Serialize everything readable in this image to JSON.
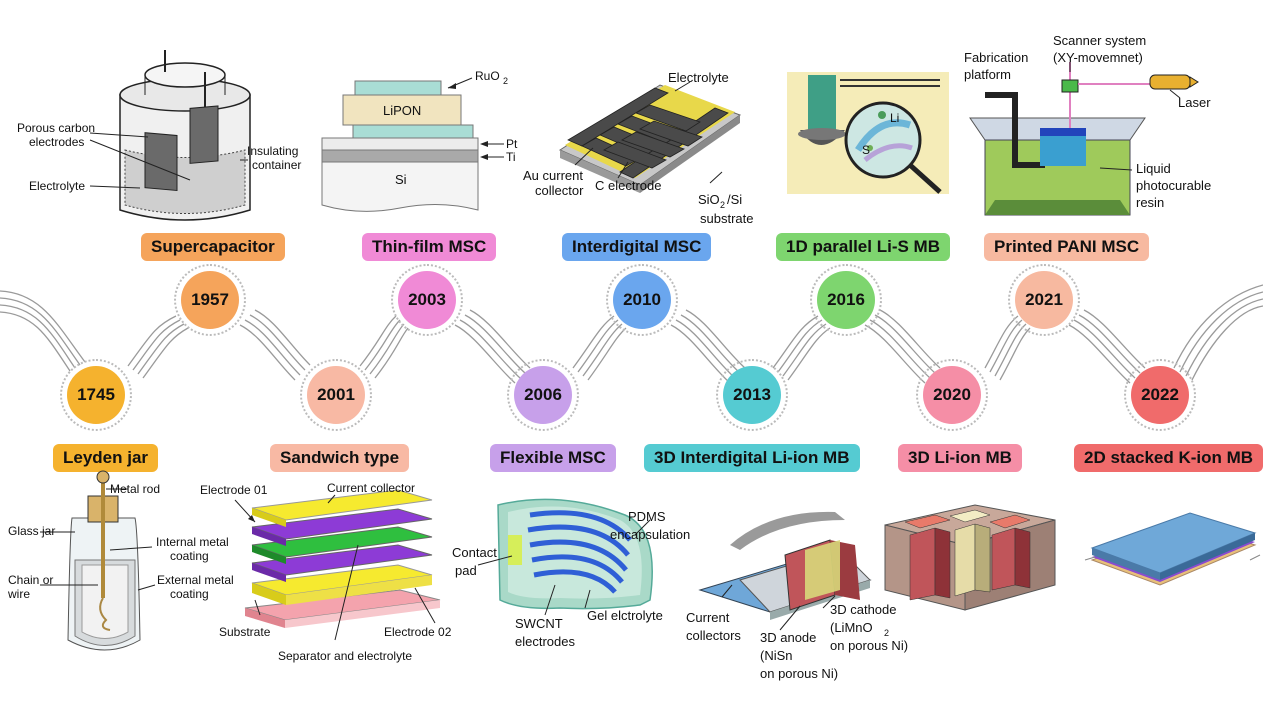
{
  "colors": {
    "orange": "#f5a45b",
    "pink": "#f08ad6",
    "blue": "#6aa6ee",
    "green": "#7ed56f",
    "salmon": "#f7b9a0",
    "gold": "#f5b22e",
    "peach": "#f8b9a4",
    "purple": "#c7a0ea",
    "teal": "#55cbd2",
    "rose": "#f58ea6",
    "red": "#f06b6b"
  },
  "top_milestones": [
    {
      "year": "1957",
      "label": "Supercapacitor"
    },
    {
      "year": "2003",
      "label": "Thin-film MSC"
    },
    {
      "year": "2010",
      "label": "Interdigital MSC"
    },
    {
      "year": "2016",
      "label": "1D parallel Li-S MB"
    },
    {
      "year": "2021",
      "label": "Printed PANI MSC"
    }
  ],
  "bottom_milestones": [
    {
      "year": "1745",
      "label": "Leyden jar"
    },
    {
      "year": "2001",
      "label": "Sandwich type"
    },
    {
      "year": "2006",
      "label": "Flexible MSC"
    },
    {
      "year": "2013",
      "label": "3D Interdigital Li-ion MB"
    },
    {
      "year": "2020",
      "label": "3D Li-ion MB"
    },
    {
      "year": "2022",
      "label": "2D stacked K-ion MB"
    }
  ],
  "supercapacitor": {
    "porous_1": "Porous carbon",
    "porous_2": "electrodes",
    "electrolyte": "Electrolyte",
    "insulating_1": "Insulating",
    "insulating_2": "container"
  },
  "thinfilm": {
    "ruo2": "RuO",
    "ruo2_sub": "2",
    "lipon": "LiPON",
    "pt": "Pt",
    "ti": "Ti",
    "si": "Si"
  },
  "interdigital": {
    "electrolyte": "Electrolyte",
    "au_1": "Au current",
    "au_2": "collector",
    "c_electrode": "C electrode",
    "sio2_1": "SiO",
    "sio2_sub": "2",
    "sio2_2": "/Si",
    "substrate": "substrate"
  },
  "lis": {
    "li": "Li",
    "s": "S"
  },
  "pani": {
    "fab_1": "Fabrication",
    "fab_2": "platform",
    "scanner_1": "Scanner system",
    "scanner_2": "(XY-movemnet)",
    "laser": "Laser",
    "liquid_1": "Liquid",
    "liquid_2": "photocurable",
    "liquid_3": "resin"
  },
  "leyden": {
    "metal_rod": "Metal rod",
    "glass_jar": "Glass jar",
    "internal_1": "Internal metal",
    "internal_2": "coating",
    "chain_1": "Chain or",
    "chain_2": "wire",
    "external_1": "External metal",
    "external_2": "coating"
  },
  "sandwich": {
    "electrode01": "Electrode 01",
    "current_collector": "Current collector",
    "substrate": "Substrate",
    "electrode02": "Electrode 02",
    "separator": "Separator and electrolyte"
  },
  "flexible": {
    "contact_1": "Contact",
    "contact_2": "pad",
    "pdms_1": "PDMS",
    "pdms_2": "encapsulation",
    "gel": "Gel elctrolyte",
    "swcnt_1": "SWCNT",
    "swcnt_2": "electrodes"
  },
  "mb3d": {
    "current_1": "Current",
    "current_2": "collectors",
    "anode_1": "3D anode",
    "anode_2": "(NiSn",
    "anode_3": "on porous Ni)",
    "cathode_1": "3D cathode",
    "cathode_2": "(LiMnO",
    "cathode_sub": "2",
    "cathode_3": "on porous Ni)"
  }
}
